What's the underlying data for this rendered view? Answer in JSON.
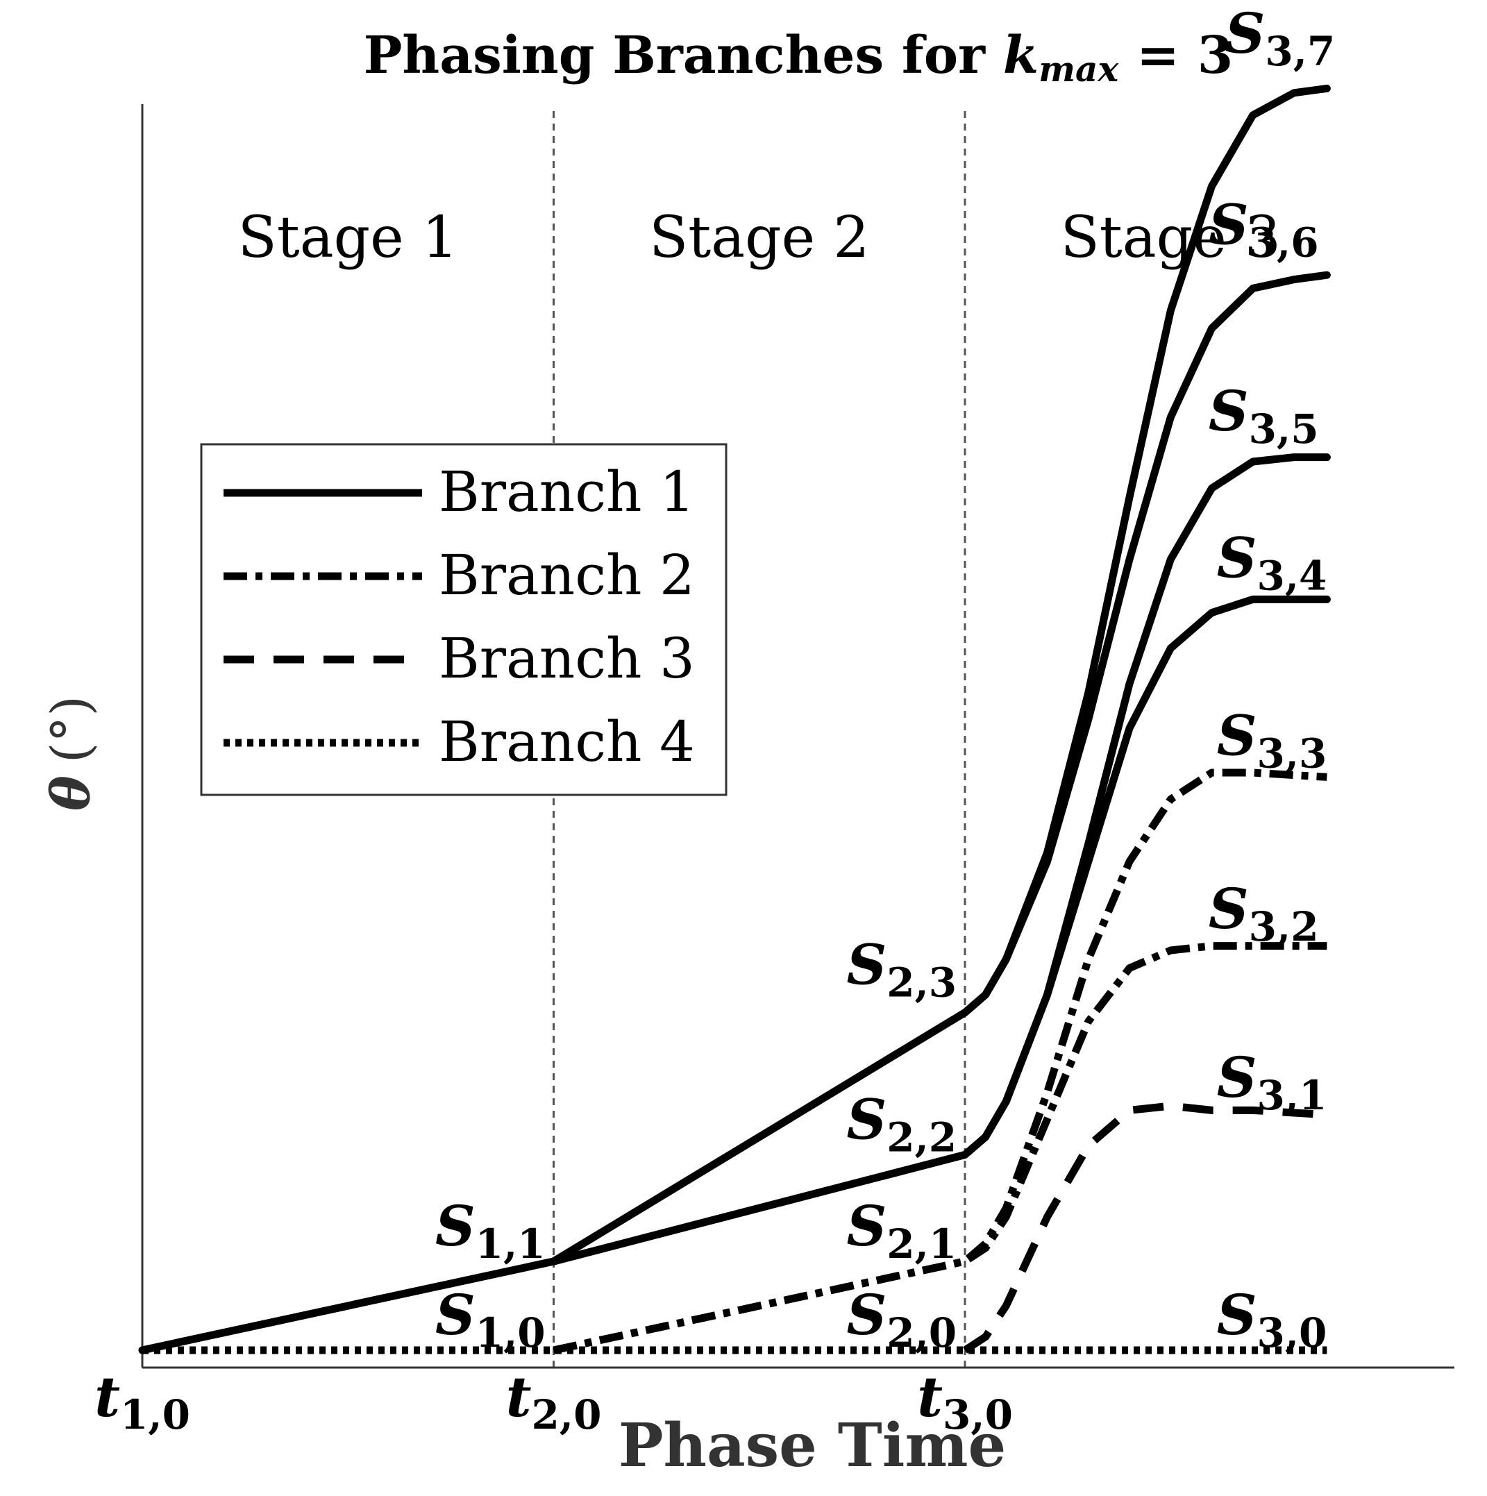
{
  "chart_data": {
    "type": "line",
    "title": "Phasing Branches for k_max = 3",
    "title_parts": {
      "prefix": "Phasing Branches for ",
      "var": "k",
      "sub": "max",
      "suffix": " = 3"
    },
    "xlabel": "Phase Time",
    "ylabel": "θ (°)",
    "ylabel_parts": {
      "var": "θ",
      "unit": "(°)"
    },
    "xlim": [
      0,
      3.2
    ],
    "ylim": [
      -0.2,
      14.5
    ],
    "stage_boundaries": [
      1,
      2
    ],
    "stages": [
      {
        "label": "Stage 1",
        "x": 0.5
      },
      {
        "label": "Stage 2",
        "x": 1.5
      },
      {
        "label": "Stage 3",
        "x": 2.5
      }
    ],
    "xticks": [
      {
        "x": 0,
        "main": "t",
        "sub": "1,0"
      },
      {
        "x": 1,
        "main": "t",
        "sub": "2,0"
      },
      {
        "x": 2,
        "main": "t",
        "sub": "3,0"
      }
    ],
    "grid": false,
    "legend": {
      "position": "center-left",
      "entries": [
        {
          "label": "Branch 1",
          "style": "solid"
        },
        {
          "label": "Branch 2",
          "style": "dashdot"
        },
        {
          "label": "Branch 3",
          "style": "dashed"
        },
        {
          "label": "Branch 4",
          "style": "dotted"
        }
      ]
    },
    "series": [
      {
        "branch": 1,
        "style": "solid",
        "segments": [
          [
            [
              0,
              0
            ],
            [
              1,
              1
            ],
            [
              2,
              3.8
            ],
            [
              2.05,
              4.0
            ],
            [
              2.1,
              4.4
            ],
            [
              2.2,
              5.6
            ],
            [
              2.3,
              7.4
            ],
            [
              2.4,
              9.6
            ],
            [
              2.5,
              11.7
            ],
            [
              2.6,
              13.1
            ],
            [
              2.7,
              13.9
            ],
            [
              2.8,
              14.15
            ],
            [
              2.88,
              14.2
            ]
          ],
          [
            [
              1,
              1
            ],
            [
              2,
              3.8
            ],
            [
              2.05,
              4.0
            ],
            [
              2.1,
              4.4
            ],
            [
              2.2,
              5.5
            ],
            [
              2.3,
              7.1
            ],
            [
              2.4,
              8.9
            ],
            [
              2.5,
              10.5
            ],
            [
              2.6,
              11.5
            ],
            [
              2.7,
              11.95
            ],
            [
              2.8,
              12.05
            ],
            [
              2.88,
              12.1
            ]
          ],
          [
            [
              1,
              1
            ],
            [
              2,
              2.2
            ],
            [
              2.05,
              2.4
            ],
            [
              2.1,
              2.8
            ],
            [
              2.2,
              4.0
            ],
            [
              2.3,
              5.7
            ],
            [
              2.4,
              7.5
            ],
            [
              2.5,
              8.9
            ],
            [
              2.6,
              9.7
            ],
            [
              2.7,
              10.0
            ],
            [
              2.8,
              10.05
            ],
            [
              2.88,
              10.05
            ]
          ],
          [
            [
              0,
              0
            ],
            [
              1,
              1
            ],
            [
              2,
              2.2
            ],
            [
              2.05,
              2.4
            ],
            [
              2.1,
              2.8
            ],
            [
              2.2,
              4.0
            ],
            [
              2.3,
              5.5
            ],
            [
              2.4,
              7.0
            ],
            [
              2.5,
              7.9
            ],
            [
              2.6,
              8.3
            ],
            [
              2.7,
              8.45
            ],
            [
              2.8,
              8.45
            ],
            [
              2.88,
              8.45
            ]
          ]
        ]
      },
      {
        "branch": 2,
        "style": "dashdot",
        "segments": [
          [
            [
              1,
              0
            ],
            [
              2,
              1.0
            ],
            [
              2.05,
              1.2
            ],
            [
              2.1,
              1.6
            ],
            [
              2.2,
              2.9
            ],
            [
              2.3,
              4.4
            ],
            [
              2.4,
              5.5
            ],
            [
              2.5,
              6.2
            ],
            [
              2.6,
              6.5
            ],
            [
              2.7,
              6.5
            ],
            [
              2.88,
              6.45
            ]
          ],
          [
            [
              1,
              0
            ],
            [
              2,
              1.0
            ],
            [
              2.05,
              1.15
            ],
            [
              2.1,
              1.5
            ],
            [
              2.2,
              2.6
            ],
            [
              2.3,
              3.7
            ],
            [
              2.4,
              4.3
            ],
            [
              2.5,
              4.5
            ],
            [
              2.6,
              4.55
            ],
            [
              2.7,
              4.55
            ],
            [
              2.88,
              4.55
            ]
          ]
        ]
      },
      {
        "branch": 3,
        "style": "dashed",
        "segments": [
          [
            [
              2,
              0
            ],
            [
              2.05,
              0.15
            ],
            [
              2.1,
              0.5
            ],
            [
              2.2,
              1.5
            ],
            [
              2.3,
              2.3
            ],
            [
              2.4,
              2.7
            ],
            [
              2.5,
              2.75
            ],
            [
              2.6,
              2.7
            ],
            [
              2.7,
              2.7
            ],
            [
              2.88,
              2.65
            ]
          ]
        ]
      },
      {
        "branch": 4,
        "style": "dotted",
        "segments": [
          [
            [
              0,
              0
            ],
            [
              2.88,
              0
            ]
          ]
        ]
      }
    ],
    "state_labels": [
      {
        "main": "S",
        "sub": "1,0",
        "x": 0.98,
        "y": 0.18,
        "anchor": "end"
      },
      {
        "main": "S",
        "sub": "1,1",
        "x": 0.98,
        "y": 1.18,
        "anchor": "end"
      },
      {
        "main": "S",
        "sub": "2,0",
        "x": 1.98,
        "y": 0.18,
        "anchor": "end"
      },
      {
        "main": "S",
        "sub": "2,1",
        "x": 1.98,
        "y": 1.18,
        "anchor": "end"
      },
      {
        "main": "S",
        "sub": "2,2",
        "x": 1.98,
        "y": 2.38,
        "anchor": "end"
      },
      {
        "main": "S",
        "sub": "2,3",
        "x": 1.98,
        "y": 4.12,
        "anchor": "end"
      },
      {
        "main": "S",
        "sub": "3,0",
        "x": 2.88,
        "y": 0.18,
        "anchor": "end"
      },
      {
        "main": "S",
        "sub": "3,1",
        "x": 2.88,
        "y": 2.85,
        "anchor": "end"
      },
      {
        "main": "S",
        "sub": "3,2",
        "x": 2.86,
        "y": 4.75,
        "anchor": "end"
      },
      {
        "main": "S",
        "sub": "3,3",
        "x": 2.88,
        "y": 6.7,
        "anchor": "end"
      },
      {
        "main": "S",
        "sub": "3,4",
        "x": 2.88,
        "y": 8.7,
        "anchor": "end"
      },
      {
        "main": "S",
        "sub": "3,5",
        "x": 2.86,
        "y": 10.35,
        "anchor": "end"
      },
      {
        "main": "S",
        "sub": "3,6",
        "x": 2.86,
        "y": 12.45,
        "anchor": "end"
      },
      {
        "main": "S",
        "sub": "3,7",
        "x": 2.9,
        "y": 14.6,
        "anchor": "end"
      }
    ]
  }
}
